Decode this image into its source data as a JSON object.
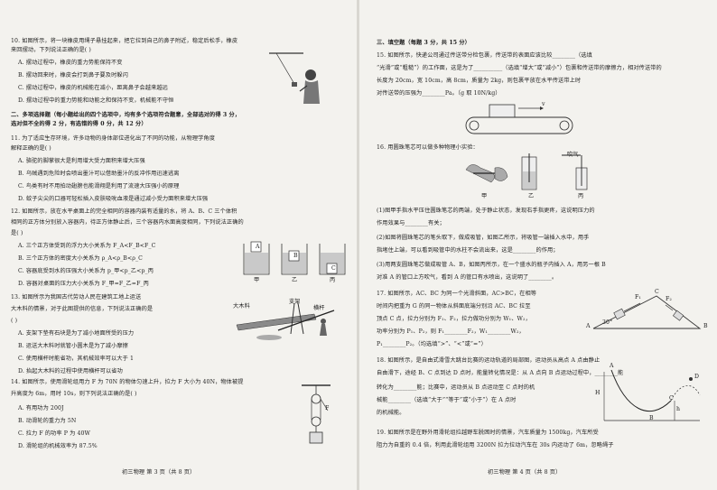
{
  "left": {
    "q10": {
      "stem_1": "10. 如图所示，将一块橡皮用绳子悬挂起来，把它拉到自己的鼻子附近，稳定后松手，橡皮",
      "stem_2": "来回摆动，下列说法正确的是(    )",
      "A": "A. 摆动过程中，橡皮的重力势能保持不变",
      "B": "B. 摆动回来时，橡皮会打到鼻子要及时躲闪",
      "C": "C. 摆动过程中，橡皮的机械能在减小，距离鼻子会越来越远",
      "D": "D. 摆动过程中的重力势能和动能之和保持不变，机械能不守恒"
    },
    "section2": {
      "title_1": "二、多项选择题（每小题给出的四个选项中，均有多个选项符合题意，全部选对的得 3 分，",
      "title_2": "选对但不全的得 2 分，有选错的得 0 分，共 12 分）"
    },
    "q11": {
      "stem_1": "11. 为了适应生存环境，许多动物的身体部位进化出了不同的功能，从物理学角度",
      "stem_2": "解释正确的是(    )",
      "A": "A. 骆驼的脚掌很大是利用增大受力面积来增大压强",
      "B": "B. 乌贼遇到危险时会喷出墨汁可以借助墨汁的反冲作用迅速逃离",
      "C": "C. 鸟类有时不用拍动翅膀也能滑翔是利用了流速大压强小的原理",
      "D": "D. 蚊子尖尖的口器可轻松插入皮肤吸吮血液是通过减小受力面积来增大压强"
    },
    "q12": {
      "stem_1": "12. 如图所示，放在水平桌面上的完全相同的容器内装有适量的水，将 A、B、C 三个体积",
      "stem_2": "相同的正方体分别放入容器内，待正方体静止后，三个容器内水面高度相同，下列说法正确的",
      "stem_3": "是(    )",
      "A": "A. 三个正方体受到的浮力大小关系为 F_A<F_B<F_C",
      "B": "B. 三个正方体的密度大小关系为 ρ_A<ρ_B<ρ_C",
      "C": "C. 容器底受到水的压强大小关系为 p_甲<p_乙<p_丙",
      "D": "D. 容器对桌面的压力大小关系为 F_甲=F_乙=F_丙",
      "fig_labels": [
        "甲",
        "乙",
        "丙"
      ],
      "block_labels": [
        "A",
        "B",
        "C"
      ]
    },
    "q13": {
      "stem_1": "13. 如图所示为我国古代劳动人民在建筑工地上运送",
      "stem_2": "大木料的情景，对于此图提供的信息，下列说法正确的是",
      "stem_3": "(    )",
      "A": "A. 支架下垫有石块是为了减小地面所受的压力",
      "B": "B. 运送大木料时就管小圆木是为了减小摩擦",
      "C": "C. 使用横杆时能省功，其机械效率可以大于 1",
      "D": "D. 抬起大木料的过程中使用横杆可以省功",
      "fig_labels": [
        "大木料",
        "支架",
        "横杆"
      ]
    },
    "q14": {
      "stem_1": "14. 如图所示，使用滑轮组用力 F 为 70N 的物体匀速上升，拉力 F 大小为 40N，物体被提",
      "stem_2": "升高度为 6m，用时 10s，则下列说法正确的是(    )",
      "A": "A. 有用功为 200J",
      "B": "B. 动滑轮的重力为 5N",
      "C": "C. 拉力 F 的功率 P 为 40W",
      "D": "D. 滑轮组的机械效率为 87.5%",
      "fig_label": "F"
    },
    "footer": "初三物理  第 3 页（共 8 页）"
  },
  "right": {
    "section3": {
      "title": "三、填空题（每题 3 分，共 15 分）"
    },
    "q15": {
      "line_1": "15. 如图所示，快递公司通过传送带分检包裹，传送带的表面应该比较________（选填",
      "line_2": "“光滑”或“粗糙”）的工作面，这是为了__________（选填“增大”或“减小”）包裹和传送带的摩擦力，相对传送带的",
      "line_3": "长度为 20cm，宽 10cm，高 8cm，质量为 2kg，则包裹平放在水平传送带上时",
      "line_4": "对传送带的压强为________Pa。（g 取 10N/kg）",
      "fig_label": "v"
    },
    "q16": {
      "stem": "16. 用圆珠笔芯可以做多种物理小实验：",
      "fig_labels": [
        "甲",
        "乙",
        "丙"
      ],
      "fig_blow": "吹气",
      "p1_1": "(1)图甲手指水平压住圆珠笔芯的两端，处于静止状态，发现右手指更疼，这说明压力的",
      "p1_2": "作用效果与________有关；",
      "p2_1": "(2)如图将圆珠笔芯的笔头取下，做成吸管，如图乙所示，将吸管一端插入水中，用手",
      "p2_2": "指堵住上端，可以看到吸管中的水柱不会流出来，这是________的作用；",
      "p3_1": "(3)用两支圆珠笔芯做成吸管 A、B，如图丙所示，在一个盛水的瓶子内插入 A，用另一根 B",
      "p3_2": "对准 A 的管口上方吹气，看到 A 的管口有水喷出，这说明了________。"
    },
    "q17": {
      "l1": "17. 如图所示，AC、BC 为同一个光滑斜面，AC>BC，在相等",
      "l2": "时间内把重为 G 的同一物体从斜面底端分别沿 AC、BC 拉至",
      "l3": "顶点 C 点，拉力分别为 F₁、F₂，拉力做功分别为 W₁、W₂，",
      "l4": "功率分别为 P₁、P₂，则 F₁________F₂，W₁________W₂，",
      "l5": "P₁________P₂。（均选填“>”、“<”或“=”）",
      "fig_labels": [
        "A",
        "B",
        "C",
        "F₁",
        "F₂",
        "30°"
      ]
    },
    "q18": {
      "l1": "18. 如图所示，是自由式滑雪大跳台比赛的运动轨道的局部图，运动员从高点 A 点由静止",
      "l2": "自由滑下，途经 B、C 点到达 D 点时，能量转化情况是：从 A 点向 B 点运动过程中，________能",
      "l3": "转化为________能；比赛中，运动员从 B 点运动至 C 点时的机",
      "l4": "械能________（选填“大于”“等于”或“小于”）在 A 点时",
      "l5": "的机械能。",
      "fig_labels": [
        "A",
        "B",
        "C",
        "D",
        "H",
        "h"
      ]
    },
    "q19": {
      "l1": "19. 如图所示是在野外用滑轮组拉越野车脱困时的情景，汽车质量为 1500kg，汽车所受",
      "l2": "阻力为自重的 0.4 倍，利用此滑轮组用 3200N 拉力拉动汽车在 30s 内运动了 6m，忽略绳子"
    },
    "footer": "初三物理  第 4 页（共 8 页）"
  }
}
